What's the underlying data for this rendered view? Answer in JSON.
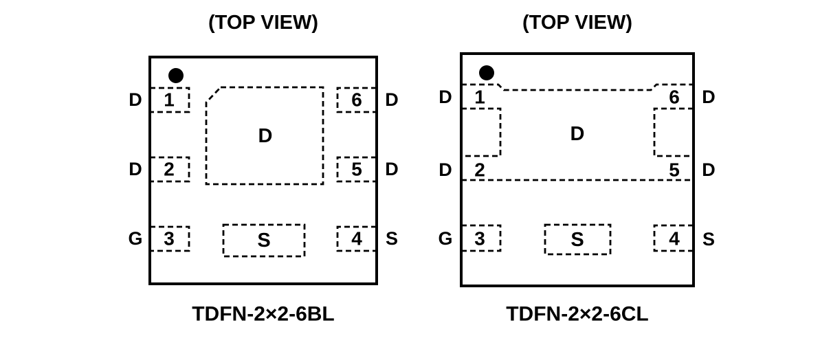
{
  "figure": {
    "colors": {
      "line": "#000000",
      "background": "#ffffff",
      "text": "#000000"
    },
    "diagrams": [
      {
        "title": "(TOP VIEW)",
        "caption": "TDFN-2×2-6BL",
        "center_pad_label": "D",
        "source_pad_label": "S",
        "pin1_marker": "filled-dot",
        "pins": [
          {
            "number": "1",
            "signal": "D"
          },
          {
            "number": "2",
            "signal": "D"
          },
          {
            "number": "3",
            "signal": "G"
          },
          {
            "number": "4",
            "signal": "S"
          },
          {
            "number": "5",
            "signal": "D"
          },
          {
            "number": "6",
            "signal": "D"
          }
        ]
      },
      {
        "title": "(TOP VIEW)",
        "caption": "TDFN-2×2-6CL",
        "center_pad_label": "D",
        "source_pad_label": "S",
        "pin1_marker": "filled-dot",
        "pins": [
          {
            "number": "1",
            "signal": "D"
          },
          {
            "number": "2",
            "signal": "D"
          },
          {
            "number": "3",
            "signal": "G"
          },
          {
            "number": "4",
            "signal": "S"
          },
          {
            "number": "5",
            "signal": "D"
          },
          {
            "number": "6",
            "signal": "D"
          }
        ]
      }
    ]
  }
}
